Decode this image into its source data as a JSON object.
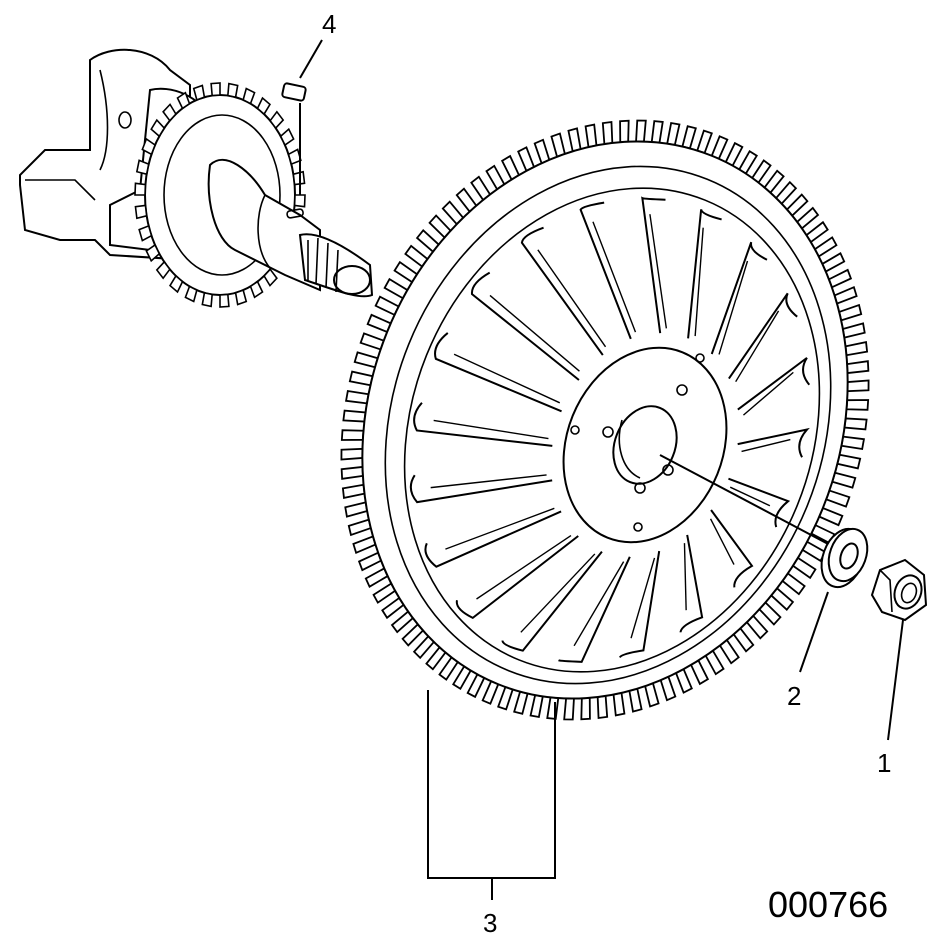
{
  "callouts": {
    "nut": "1",
    "washer": "2",
    "flywheel": "3",
    "key": "4"
  },
  "figure_number": "000766",
  "colors": {
    "ink": "#000000",
    "paper": "#ffffff"
  }
}
